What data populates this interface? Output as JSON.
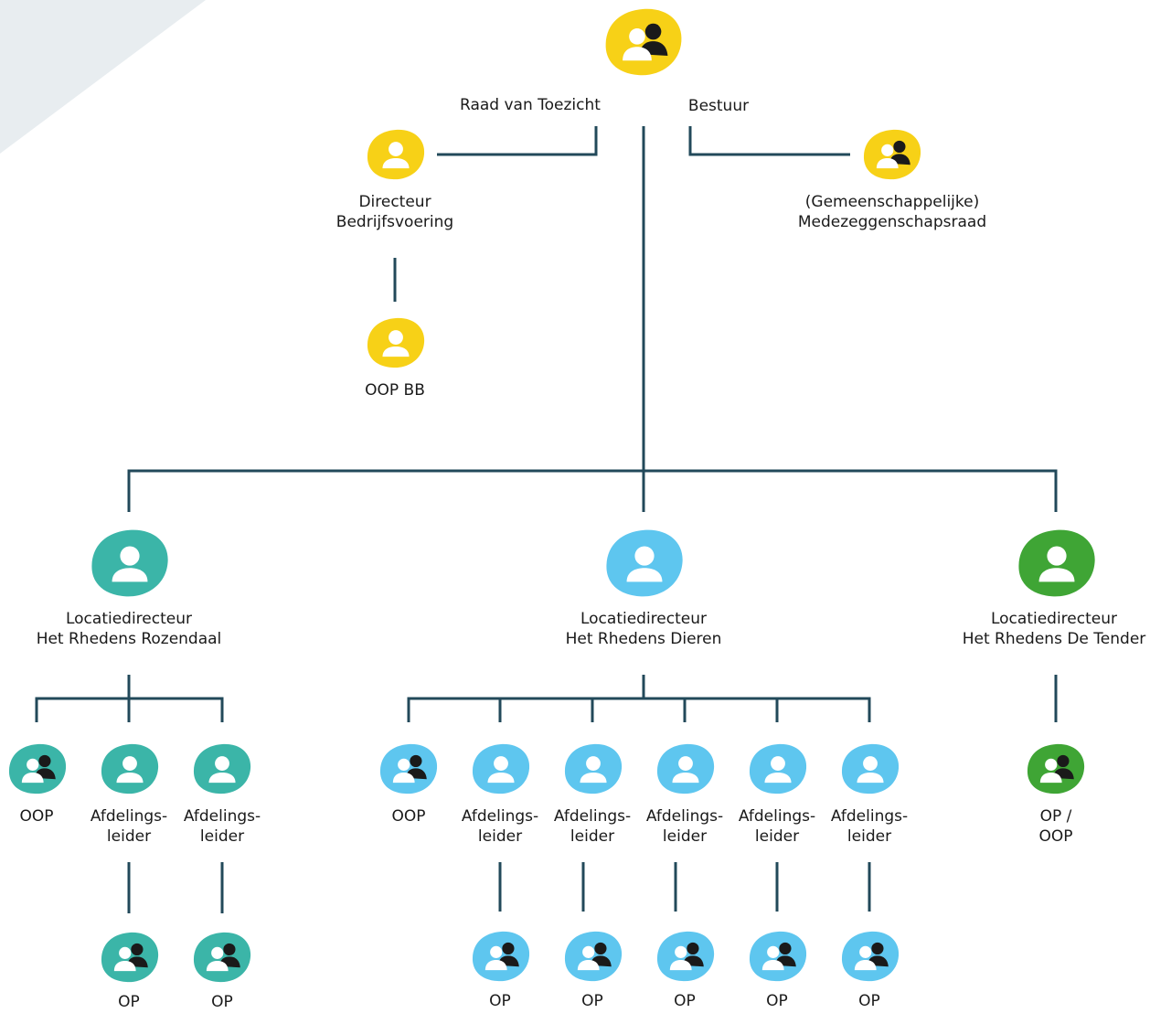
{
  "colors": {
    "yellow": "#f7d117",
    "teal": "#3bb5a8",
    "lightblue": "#5ec6ef",
    "green": "#3fa535",
    "line": "#22495a",
    "corner": "#e8edf0",
    "figure_light": "#ffffff",
    "figure_dark": "#1a1a1a"
  },
  "top": {
    "icon": "two-persons-icon",
    "raad_label": "Raad van Toezicht",
    "bestuur_label": "Bestuur"
  },
  "directeur_bedrijfsvoering": {
    "icon": "person-icon",
    "line1": "Directeur",
    "line2": "Bedrijfsvoering"
  },
  "mr": {
    "icon": "two-persons-icon",
    "line1": "(Gemeenschappelijke)",
    "line2": "Medezeggenschapsraad"
  },
  "oop_bb": {
    "icon": "person-icon",
    "label": "OOP BB"
  },
  "locations": [
    {
      "icon": "person-icon",
      "line1": "Locatiedirecteur",
      "line2": "Het Rhedens Rozendaal",
      "children": [
        {
          "icon": "two-persons-icon",
          "line1": "OOP",
          "line2": ""
        },
        {
          "icon": "person-icon",
          "line1": "Afdelings-",
          "line2": "leider"
        },
        {
          "icon": "person-icon",
          "line1": "Afdelings-",
          "line2": "leider"
        }
      ],
      "bottom": [
        {
          "icon": "two-persons-icon",
          "label": "OP"
        },
        {
          "icon": "two-persons-icon",
          "label": "OP"
        }
      ]
    },
    {
      "icon": "person-icon",
      "line1": "Locatiedirecteur",
      "line2": "Het Rhedens Dieren",
      "children": [
        {
          "icon": "two-persons-icon",
          "line1": "OOP",
          "line2": ""
        },
        {
          "icon": "person-icon",
          "line1": "Afdelings-",
          "line2": "leider"
        },
        {
          "icon": "person-icon",
          "line1": "Afdelings-",
          "line2": "leider"
        },
        {
          "icon": "person-icon",
          "line1": "Afdelings-",
          "line2": "leider"
        },
        {
          "icon": "person-icon",
          "line1": "Afdelings-",
          "line2": "leider"
        },
        {
          "icon": "person-icon",
          "line1": "Afdelings-",
          "line2": "leider"
        }
      ],
      "bottom": [
        {
          "icon": "two-persons-icon",
          "label": "OP"
        },
        {
          "icon": "two-persons-icon",
          "label": "OP"
        },
        {
          "icon": "two-persons-icon",
          "label": "OP"
        },
        {
          "icon": "two-persons-icon",
          "label": "OP"
        },
        {
          "icon": "two-persons-icon",
          "label": "OP"
        }
      ]
    },
    {
      "icon": "person-icon",
      "line1": "Locatiedirecteur",
      "line2": "Het Rhedens De Tender",
      "children": [
        {
          "icon": "two-persons-icon",
          "line1": "OP /",
          "line2": "OOP"
        }
      ],
      "bottom": []
    }
  ]
}
